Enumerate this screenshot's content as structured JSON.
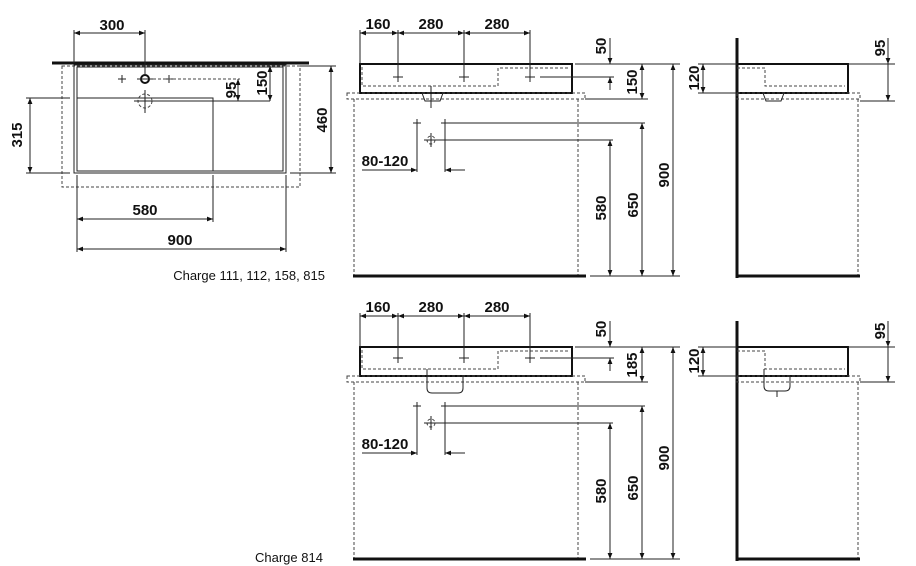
{
  "plan_view": {
    "dims": {
      "tap_offset": "300",
      "tap_to_bowl": "95",
      "tap_depth": "150",
      "bowl_depth": "315",
      "total_depth": "460",
      "bowl_width": "580",
      "total_width": "900"
    },
    "caption": "Charge 111, 112, 158, 815"
  },
  "front_view_1": {
    "dims": {
      "a": "160",
      "b": "280",
      "c": "280",
      "top": "50",
      "height": "150",
      "overall": "900",
      "h650": "650",
      "h580": "580",
      "spacing": "80-120"
    }
  },
  "side_view_1": {
    "dims": {
      "h120": "120",
      "h95": "95"
    }
  },
  "front_view_2": {
    "dims": {
      "a": "160",
      "b": "280",
      "c": "280",
      "top": "50",
      "height": "185",
      "overall": "900",
      "h650": "650",
      "h580": "580",
      "spacing": "80-120"
    },
    "caption": "Charge 814"
  },
  "side_view_2": {
    "dims": {
      "h120": "120",
      "h95": "95"
    }
  }
}
